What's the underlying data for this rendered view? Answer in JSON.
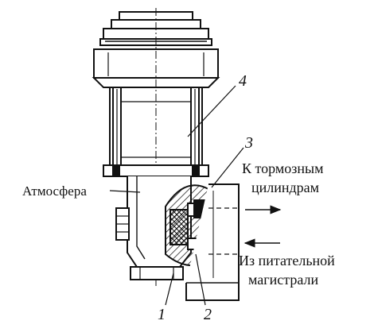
{
  "labels": {
    "atmosphere": "Атмосфера",
    "to_brake_line1": "К тормозным",
    "to_brake_line2": "цилиндрам",
    "from_main_line1": "Из питательной",
    "from_main_line2": "магистрали"
  },
  "callouts": {
    "n1": "1",
    "n2": "2",
    "n3": "3",
    "n4": "4"
  },
  "colors": {
    "ink": "#111111",
    "paper": "#ffffff"
  }
}
